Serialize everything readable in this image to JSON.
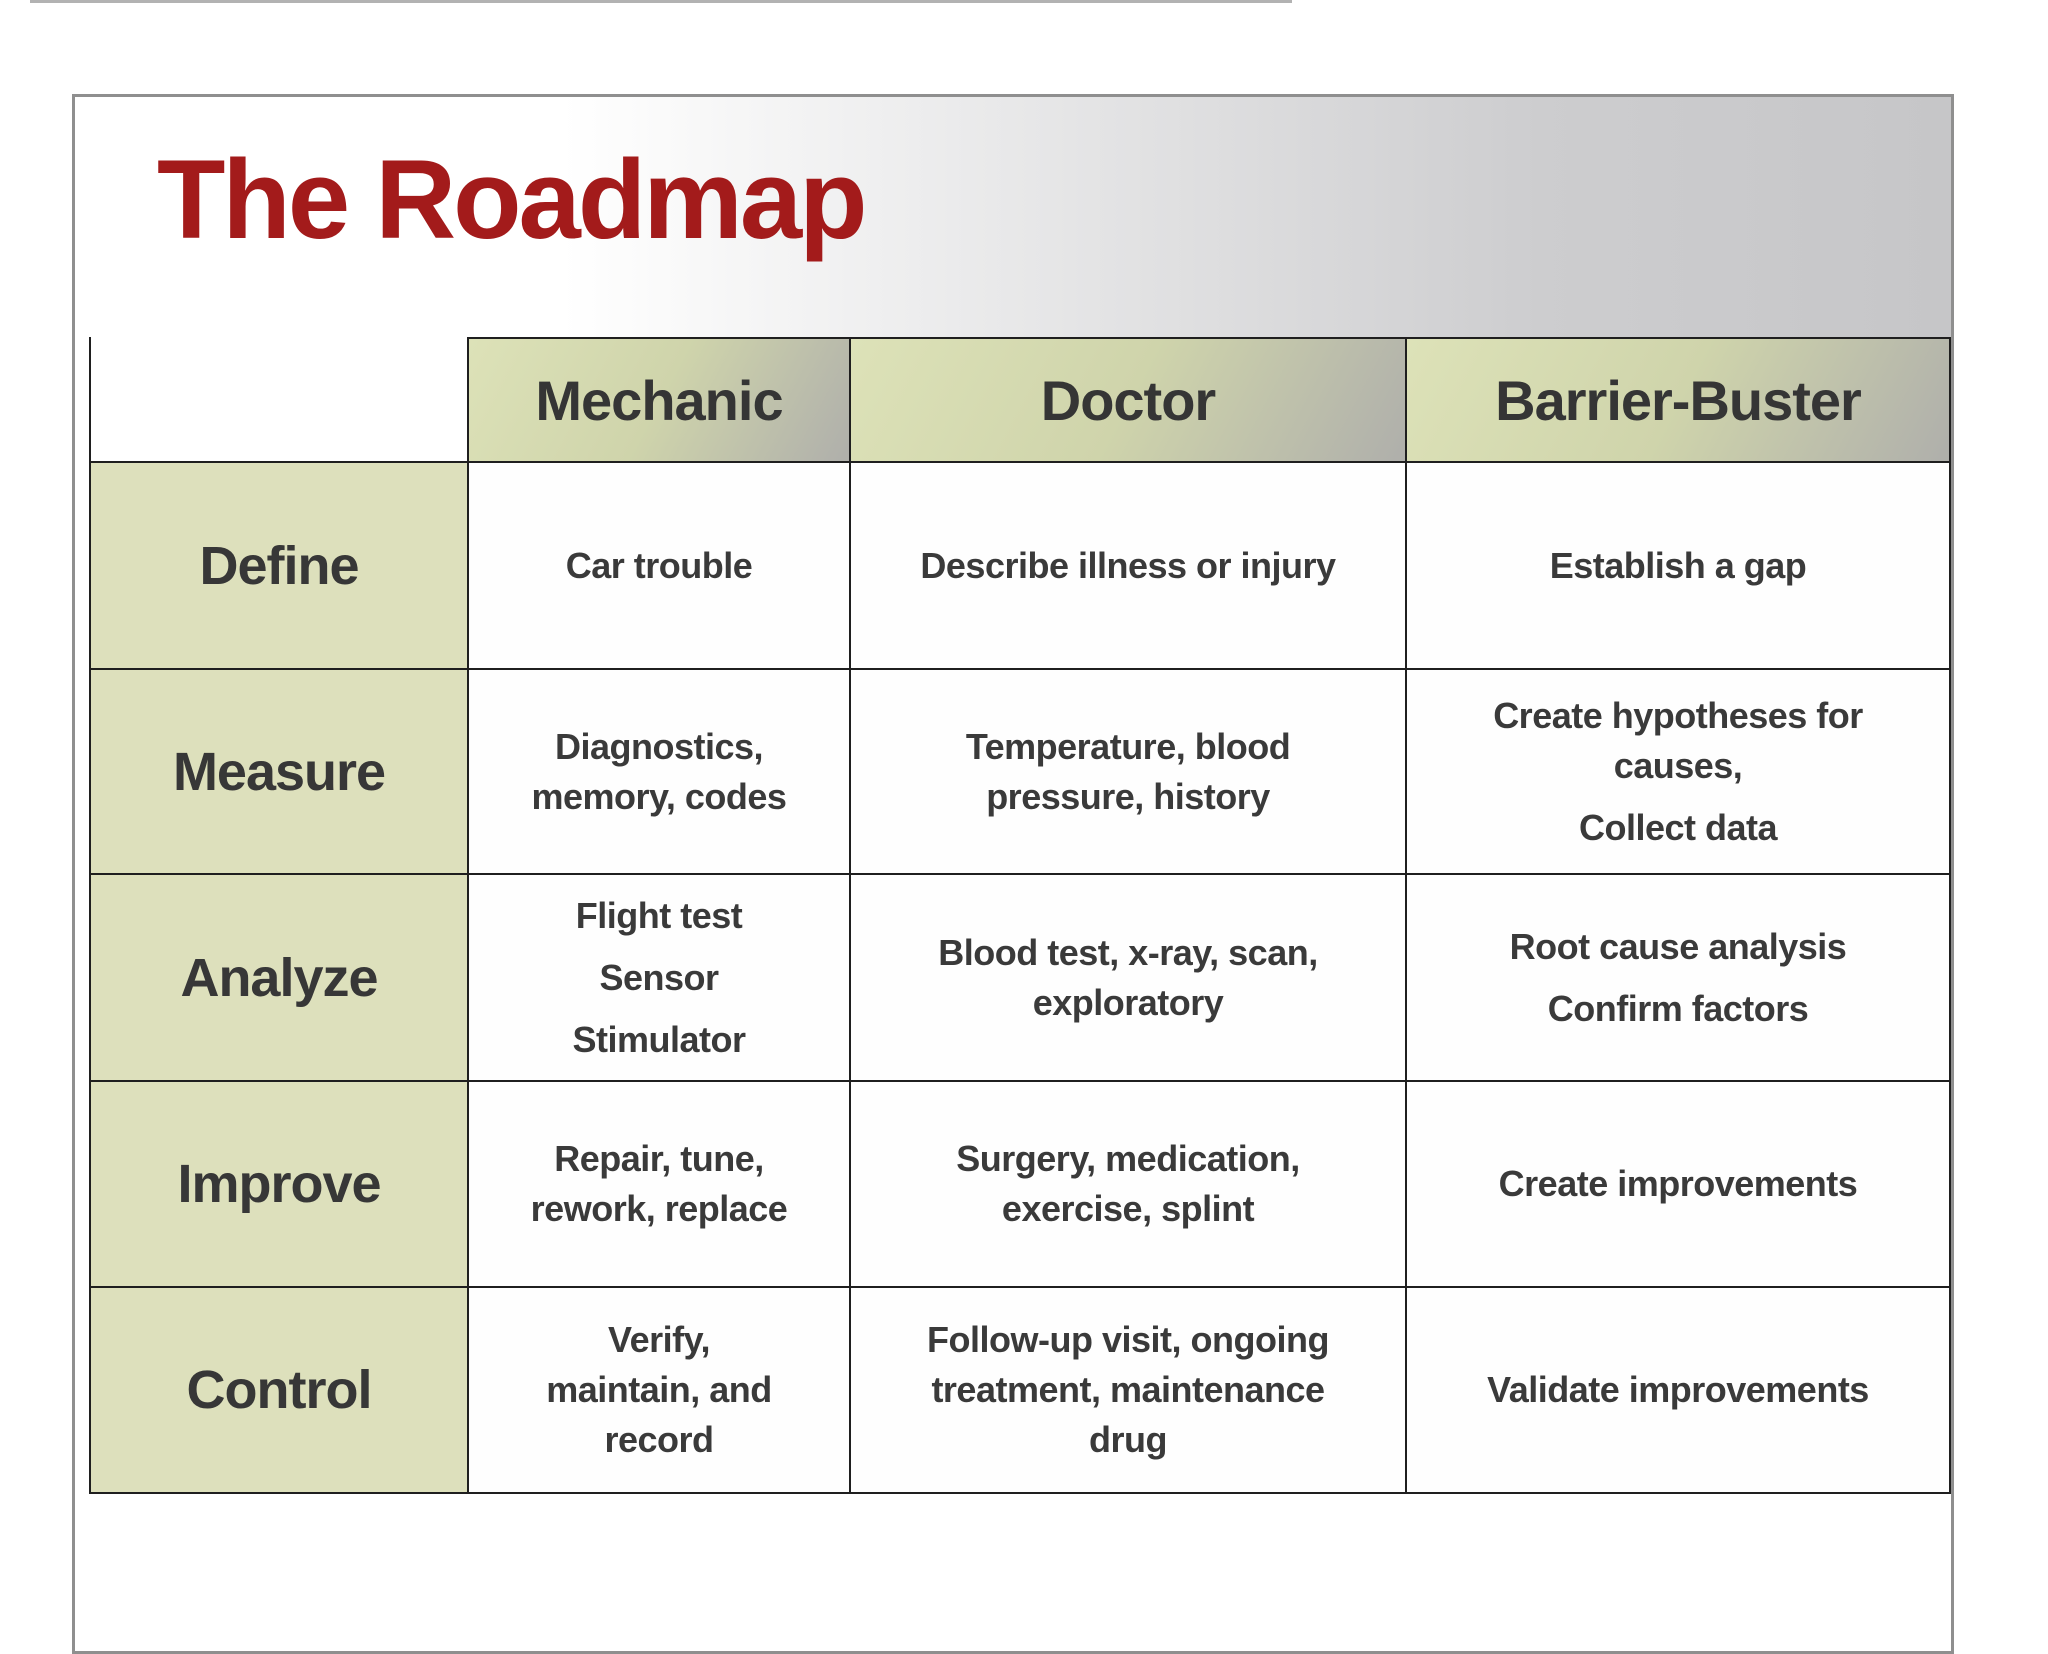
{
  "slide": {
    "title": "The Roadmap",
    "title_color": "#a31b1b",
    "border_color": "#8f8f8f",
    "band_gradient": [
      "#ffffff",
      "#c6c6c8"
    ]
  },
  "table": {
    "border_color": "#1f1f1f",
    "label_bg": "#dde0bc",
    "header_gradient": [
      "#dde2b8",
      "#cfd4ab",
      "#afafab"
    ],
    "columns": [
      "Mechanic",
      "Doctor",
      "Barrier-Buster"
    ],
    "rows": [
      {
        "label": "Define",
        "cells": [
          [
            [
              "Car trouble"
            ]
          ],
          [
            [
              "Describe illness or injury"
            ]
          ],
          [
            [
              "Establish a gap"
            ]
          ]
        ]
      },
      {
        "label": "Measure",
        "cells": [
          [
            [
              "Diagnostics,",
              "memory, codes"
            ]
          ],
          [
            [
              "Temperature, blood",
              "pressure, history"
            ]
          ],
          [
            [
              "Create hypotheses for",
              "causes,"
            ],
            [
              "Collect data"
            ]
          ]
        ]
      },
      {
        "label": "Analyze",
        "cells": [
          [
            [
              "Flight test"
            ],
            [
              "Sensor"
            ],
            [
              "Stimulator"
            ]
          ],
          [
            [
              "Blood test, x-ray, scan,",
              "exploratory"
            ]
          ],
          [
            [
              "Root cause analysis"
            ],
            [
              "Confirm factors"
            ]
          ]
        ]
      },
      {
        "label": "Improve",
        "cells": [
          [
            [
              "Repair, tune,",
              "rework, replace"
            ]
          ],
          [
            [
              "Surgery, medication,",
              "exercise, splint"
            ]
          ],
          [
            [
              "Create improvements"
            ]
          ]
        ]
      },
      {
        "label": "Control",
        "cells": [
          [
            [
              "Verify,",
              "maintain, and",
              "record"
            ]
          ],
          [
            [
              "Follow-up visit, ongoing",
              "treatment, maintenance",
              "drug"
            ]
          ],
          [
            [
              "Validate improvements"
            ]
          ]
        ]
      }
    ]
  }
}
